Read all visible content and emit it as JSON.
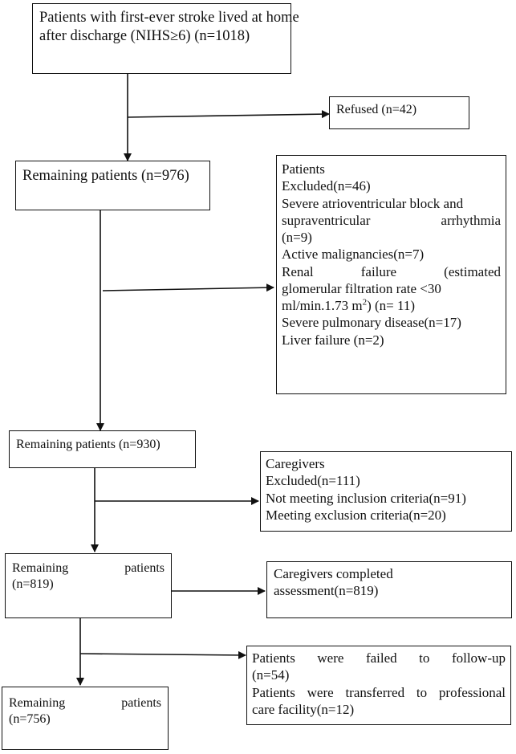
{
  "flow": {
    "start": {
      "line1": "Patients with first-ever stroke lived at home",
      "line2": "after discharge (NIHS≥6) (n=1018)"
    },
    "refused": {
      "text": "Refused (n=42)"
    },
    "remaining1": {
      "text": "Remaining patients (n=976)"
    },
    "excluded_patients": {
      "lines": [
        "Patients",
        "Excluded(n=46)",
        "Severe atrioventricular block and",
        "supraventricular arrhythmia",
        "(n=9)",
        "Active malignancies(n=7)",
        "Renal failure (estimated",
        "glomerular filtration rate <30",
        "ml/min.1.73 m",
        "2",
        ") (n= 11)",
        "Severe pulmonary disease(n=17)",
        "Liver failure (n=2)"
      ]
    },
    "remaining2": {
      "text": "Remaining patients (n=930)"
    },
    "excluded_caregivers": {
      "lines": [
        "Caregivers",
        "Excluded(n=111)",
        "Not meeting inclusion criteria(n=91)",
        "Meeting exclusion criteria(n=20)"
      ]
    },
    "remaining3": {
      "line1": "Remaining patients",
      "line2": "(n=819)"
    },
    "caregivers_completed": {
      "line1": "Caregivers completed",
      "line2": "assessment(n=819)"
    },
    "followup_loss": {
      "line1": "Patients were failed to follow-up",
      "line2": "(n=54)",
      "line3": "Patients were transferred to professional",
      "line4": "care facility(n=12)"
    },
    "remaining4": {
      "line1": "Remaining patients",
      "line2": "(n=756)"
    }
  }
}
